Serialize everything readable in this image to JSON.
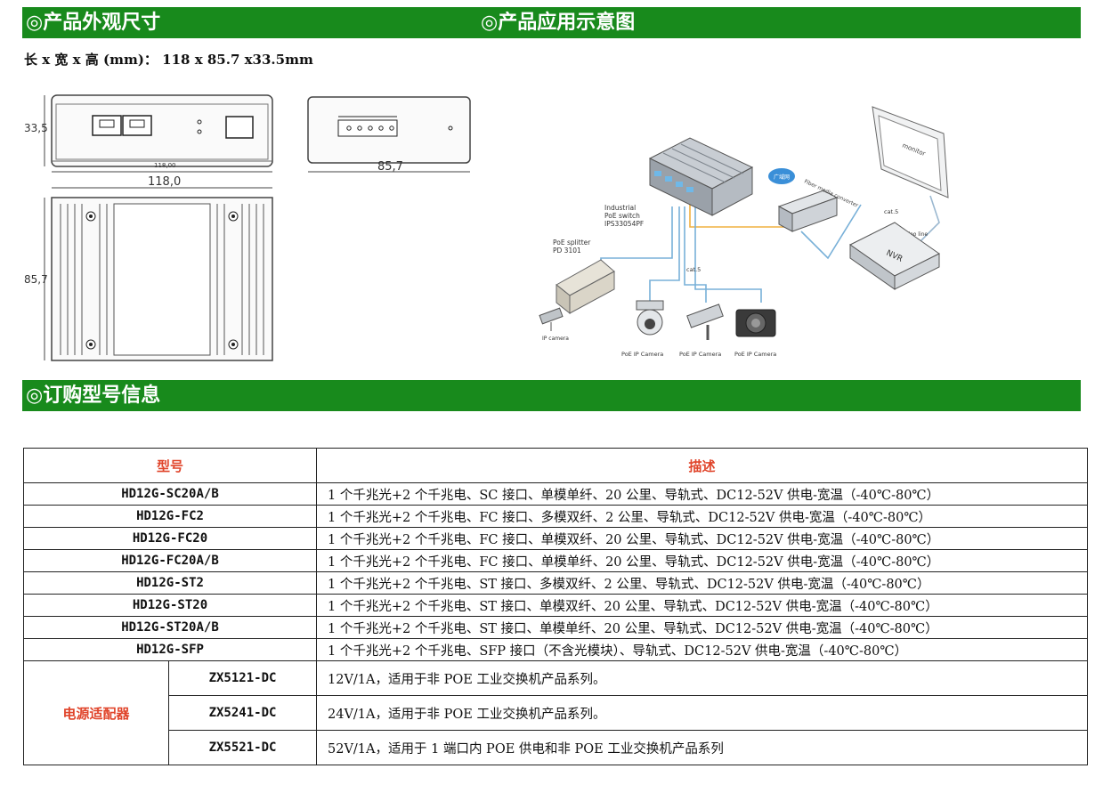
{
  "sections": {
    "dimensions_title": "◎产品外观尺寸",
    "application_title": "◎产品应用示意图",
    "ordering_title": "◎订购型号信息"
  },
  "dimensions_text": "长 x 宽 x 高 (mm)： 118 x 85.7 x33.5mm",
  "drawing": {
    "height_label": "33,5",
    "length_small": "118,00",
    "length_label": "118,0",
    "depth_label": "85,7",
    "side_depth_label": "85,7"
  },
  "diagram": {
    "switch_label_1": "Industrial",
    "switch_label_2": "PoE switch",
    "switch_label_3": "IPS33054PF",
    "splitter_label_1": "PoE splitter",
    "splitter_label_2": "PD 3101",
    "cat5_label": "cat.5",
    "cat5_label_2": "cat.5",
    "fiber_label": "Fiber media converter",
    "video_label": "video line",
    "nvr_label": "NVR",
    "monitor_label": "monitor",
    "ip_camera_label": "IP camera",
    "cam1_label": "PoE IP Camera",
    "cam2_label": "PoE IP Camera",
    "cam3_label": "PoE IP Camera",
    "cloud_label": "广域网"
  },
  "table": {
    "col_model": "型号",
    "col_desc": "描述",
    "rows": [
      {
        "model": "HD12G-SC20A/B",
        "desc": "1 个千兆光+2 个千兆电、SC 接口、单模单纤、20 公里、导轨式、DC12-52V 供电-宽温（-40℃-80℃）"
      },
      {
        "model": "HD12G-FC2",
        "desc": "1 个千兆光+2 个千兆电、FC 接口、多模双纤、2 公里、导轨式、DC12-52V 供电-宽温（-40℃-80℃）"
      },
      {
        "model": "HD12G-FC20",
        "desc": "1 个千兆光+2 个千兆电、FC 接口、单模双纤、20 公里、导轨式、DC12-52V 供电-宽温（-40℃-80℃）"
      },
      {
        "model": "HD12G-FC20A/B",
        "desc": "1 个千兆光+2 个千兆电、FC 接口、单模单纤、20 公里、导轨式、DC12-52V 供电-宽温（-40℃-80℃）"
      },
      {
        "model": "HD12G-ST2",
        "desc": "1 个千兆光+2 个千兆电、ST 接口、多模双纤、2 公里、导轨式、DC12-52V 供电-宽温（-40℃-80℃）"
      },
      {
        "model": "HD12G-ST20",
        "desc": "1 个千兆光+2 个千兆电、ST 接口、单模双纤、20 公里、导轨式、DC12-52V 供电-宽温（-40℃-80℃）"
      },
      {
        "model": "HD12G-ST20A/B",
        "desc": "1 个千兆光+2 个千兆电、ST 接口、单模单纤、20 公里、导轨式、DC12-52V 供电-宽温（-40℃-80℃）"
      },
      {
        "model": "HD12G-SFP",
        "desc": "1 个千兆光+2 个千兆电、SFP 接口（不含光模块）、导轨式、DC12-52V 供电-宽温（-40℃-80℃）"
      }
    ],
    "power_label": "电源适配器",
    "power_rows": [
      {
        "model": "ZX5121-DC",
        "desc": "12V/1A，适用于非 POE 工业交换机产品系列。"
      },
      {
        "model": "ZX5241-DC",
        "desc": "24V/1A，适用于非 POE 工业交换机产品系列。"
      },
      {
        "model": "ZX5521-DC",
        "desc": "52V/1A，适用于 1 端口内 POE 供电和非 POE 工业交换机产品系列"
      }
    ]
  }
}
